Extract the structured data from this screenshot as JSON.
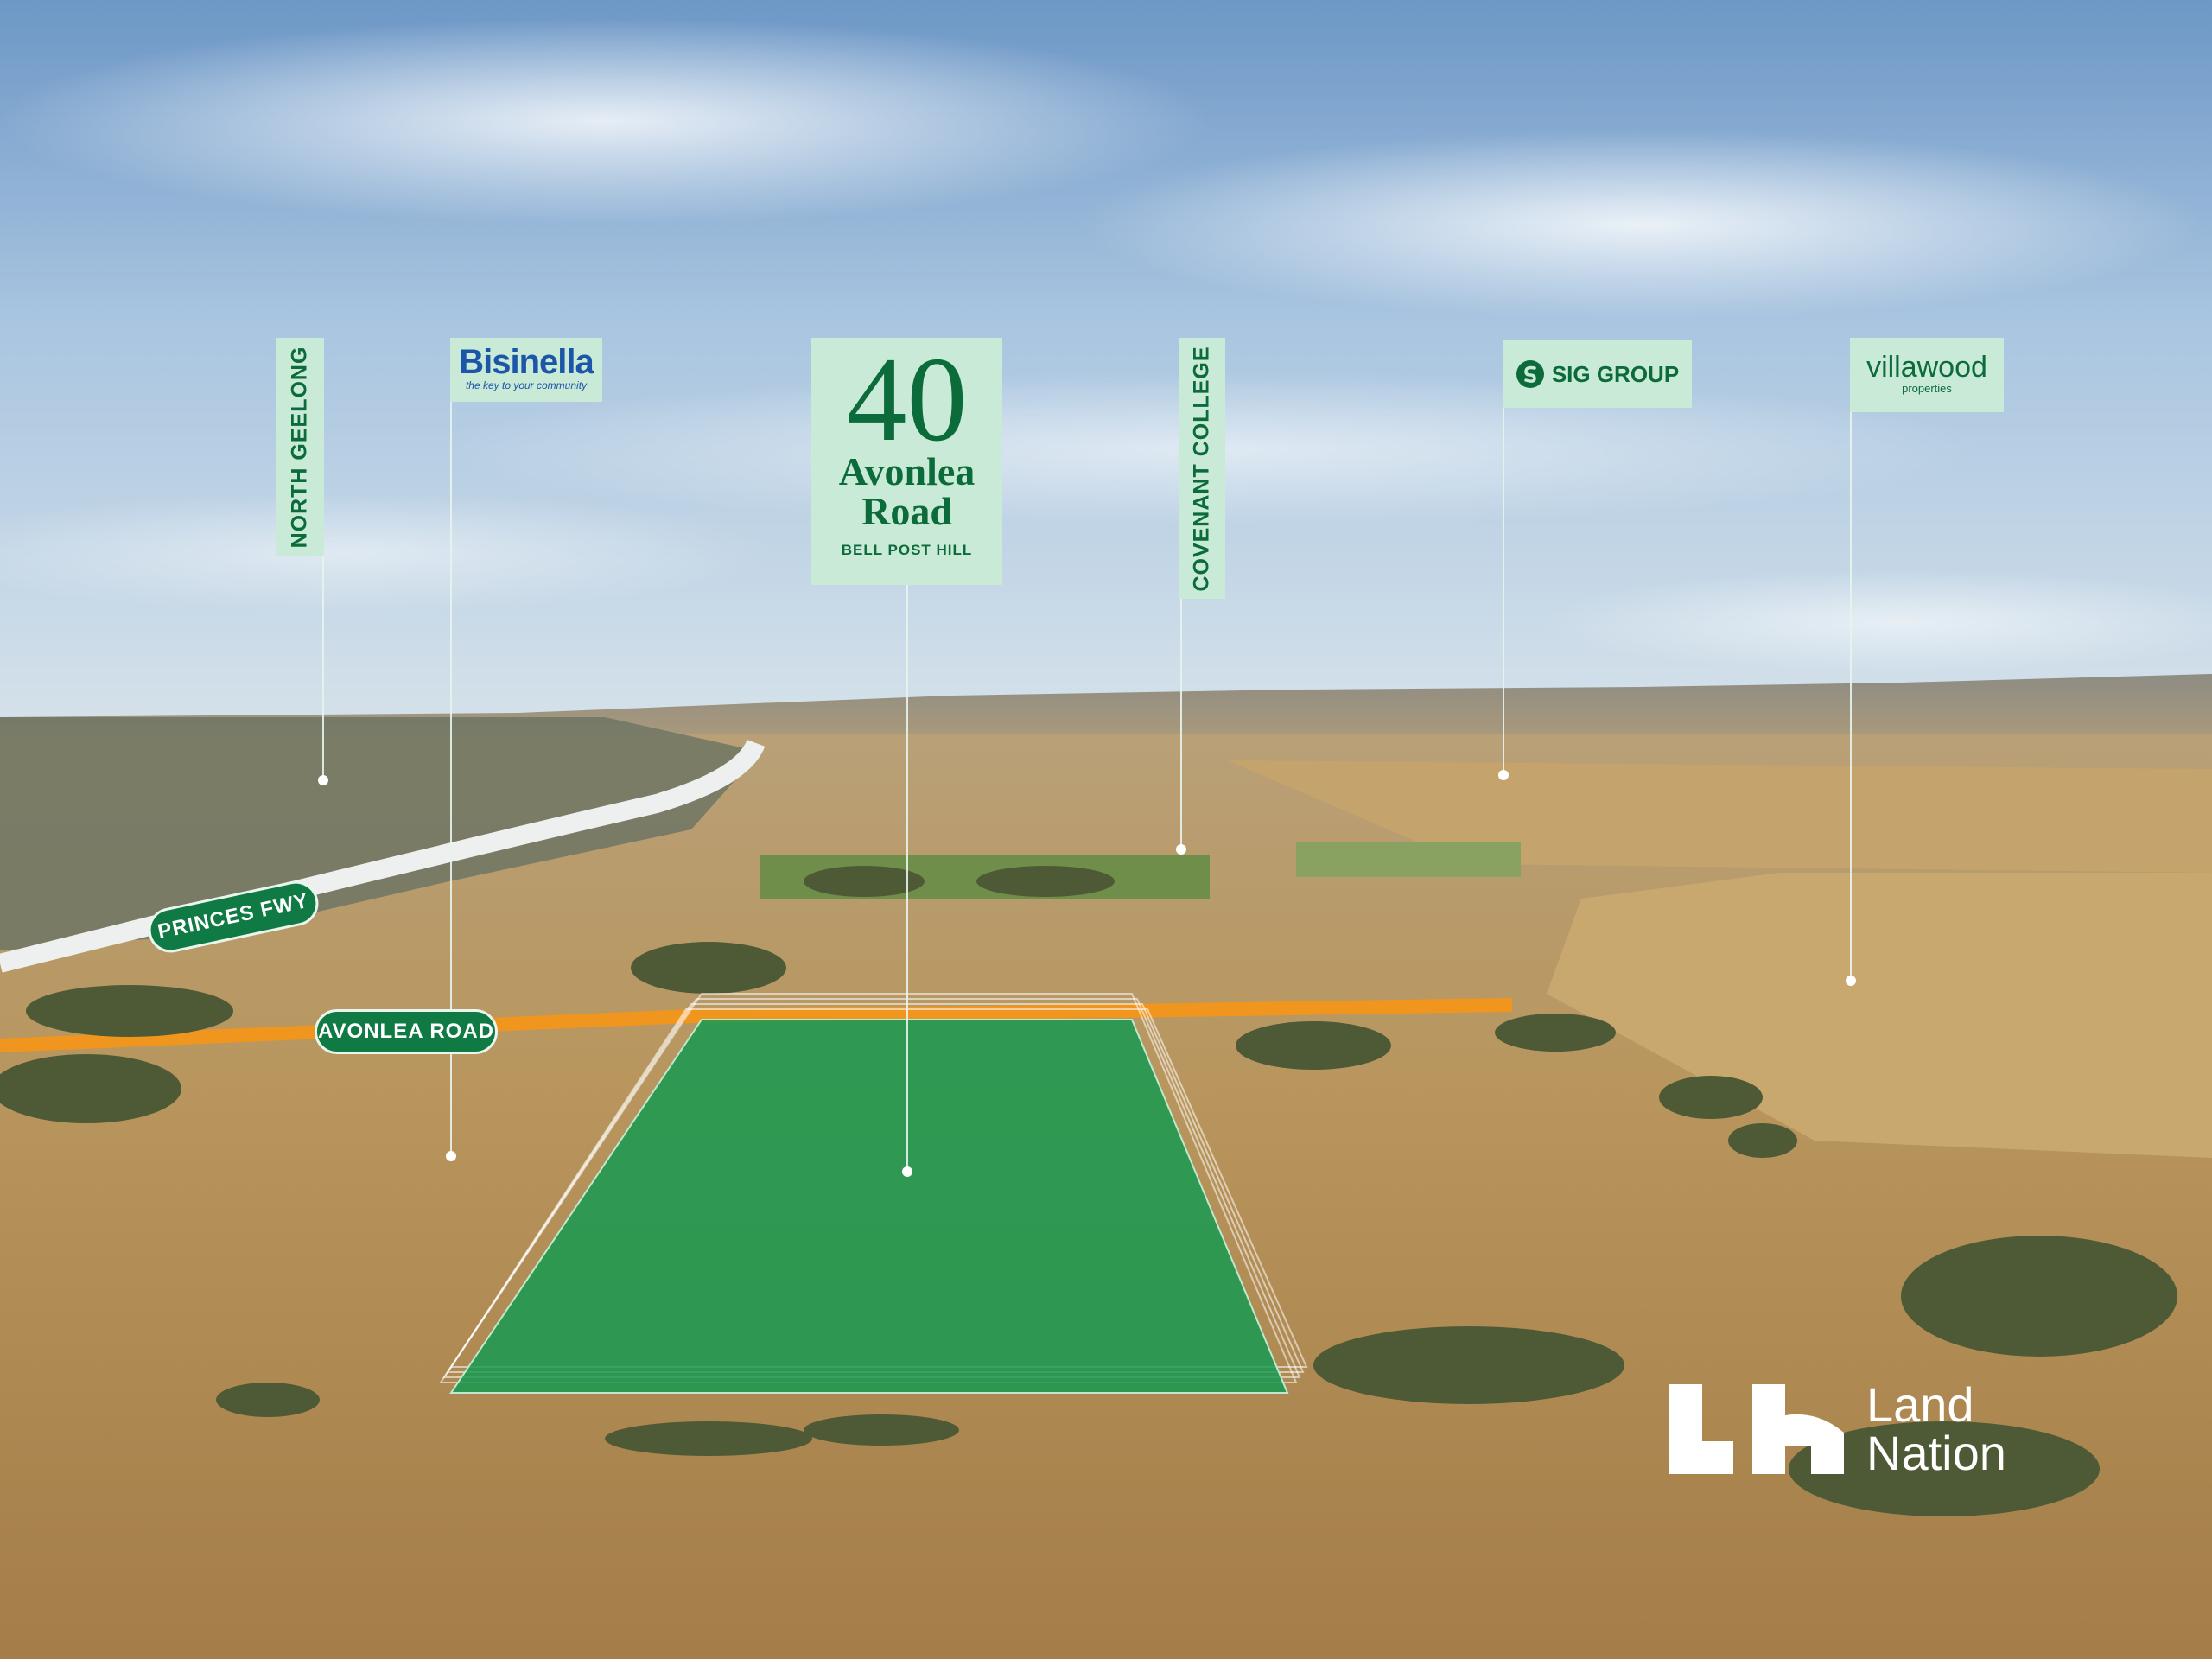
{
  "labels": {
    "north_geelong": "NORTH GEELONG",
    "bisinella": {
      "brand": "Bisinella",
      "tagline": "the key to your community"
    },
    "hero": {
      "number": "40",
      "street_line1": "Avonlea",
      "street_line2": "Road",
      "suburb": "BELL POST HILL"
    },
    "covenant": "COVENANT COLLEGE",
    "sig_group": "SIG GROUP",
    "villawood": {
      "brand": "villawood",
      "sub": "properties"
    }
  },
  "roads": {
    "princes_fwy": "PRINCES FWY",
    "avonlea_road": "AVONLEA ROAD"
  },
  "logo": {
    "line1": "Land",
    "line2": "Nation"
  },
  "colors": {
    "label_bg": "#c9ead6",
    "brand_green": "#0b6b3a",
    "site_overlay": "#119a50",
    "road_orange": "#f0961e",
    "pill_green": "#0f7a43",
    "bisinella_blue": "#1c56a8"
  }
}
